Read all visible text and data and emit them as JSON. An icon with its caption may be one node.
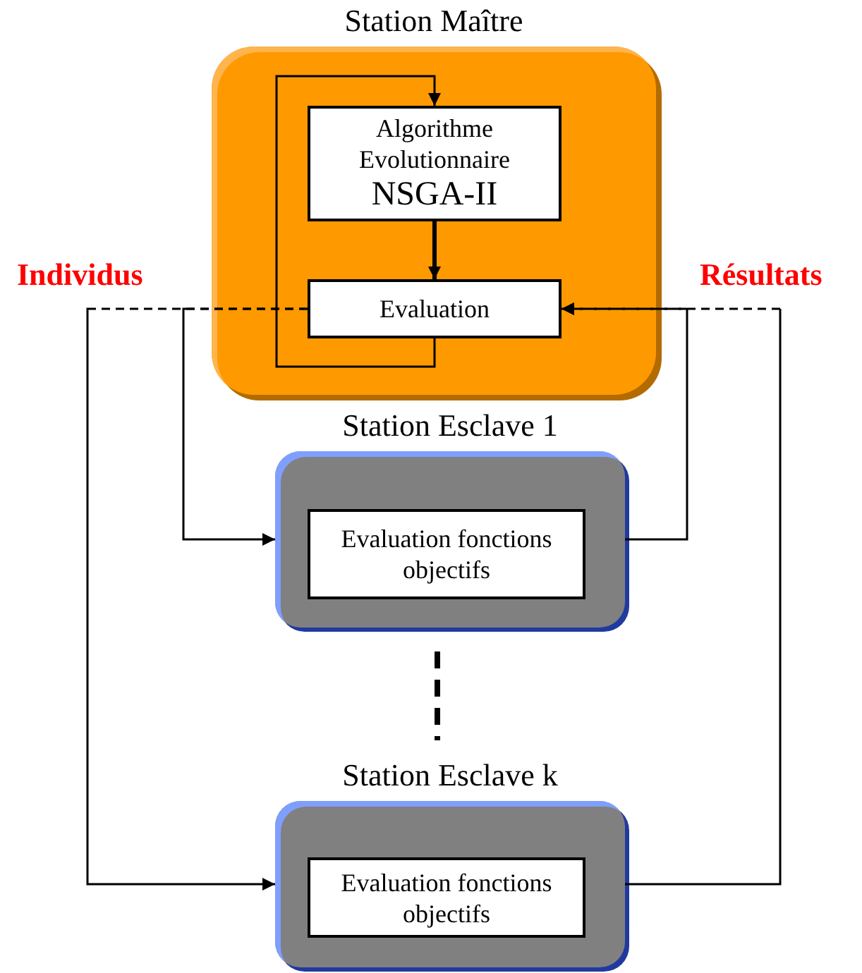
{
  "diagram": {
    "nodes": [
      {
        "text": [
          "Station Maître"
        ]
      },
      {
        "text": [
          "Algorithme Evolutionnaire",
          "NSGA-II"
        ],
        "in": 0
      },
      {
        "text": [
          "Evaluation"
        ],
        "in": 0
      },
      {
        "text": [
          "Station Esclave 1"
        ]
      },
      {
        "text": [
          "Evaluation fonctions objectifs"
        ],
        "in": 3
      },
      {
        "text": [
          "Station Esclave k"
        ]
      },
      {
        "text": [
          "Evaluation fonctions objectifs"
        ],
        "in": 5
      }
    ],
    "edges": [
      {
        "from": 1,
        "to": 2,
        "arrow": "to",
        "style": "thick"
      },
      {
        "from": 2,
        "to": 1,
        "arrow": "to"
      },
      {
        "from": 2,
        "to": 3,
        "arrow": "to",
        "style": "dashed"
      },
      {
        "from": 2,
        "to": 5,
        "arrow": "to",
        "style": "dashed"
      },
      {
        "from": 3,
        "to": 2,
        "arrow": "to",
        "style": "dashed"
      },
      {
        "from": 5,
        "to": 2,
        "arrow": "to",
        "style": "dashed"
      }
    ],
    "labels": [
      "Individus",
      "Résultats"
    ]
  }
}
